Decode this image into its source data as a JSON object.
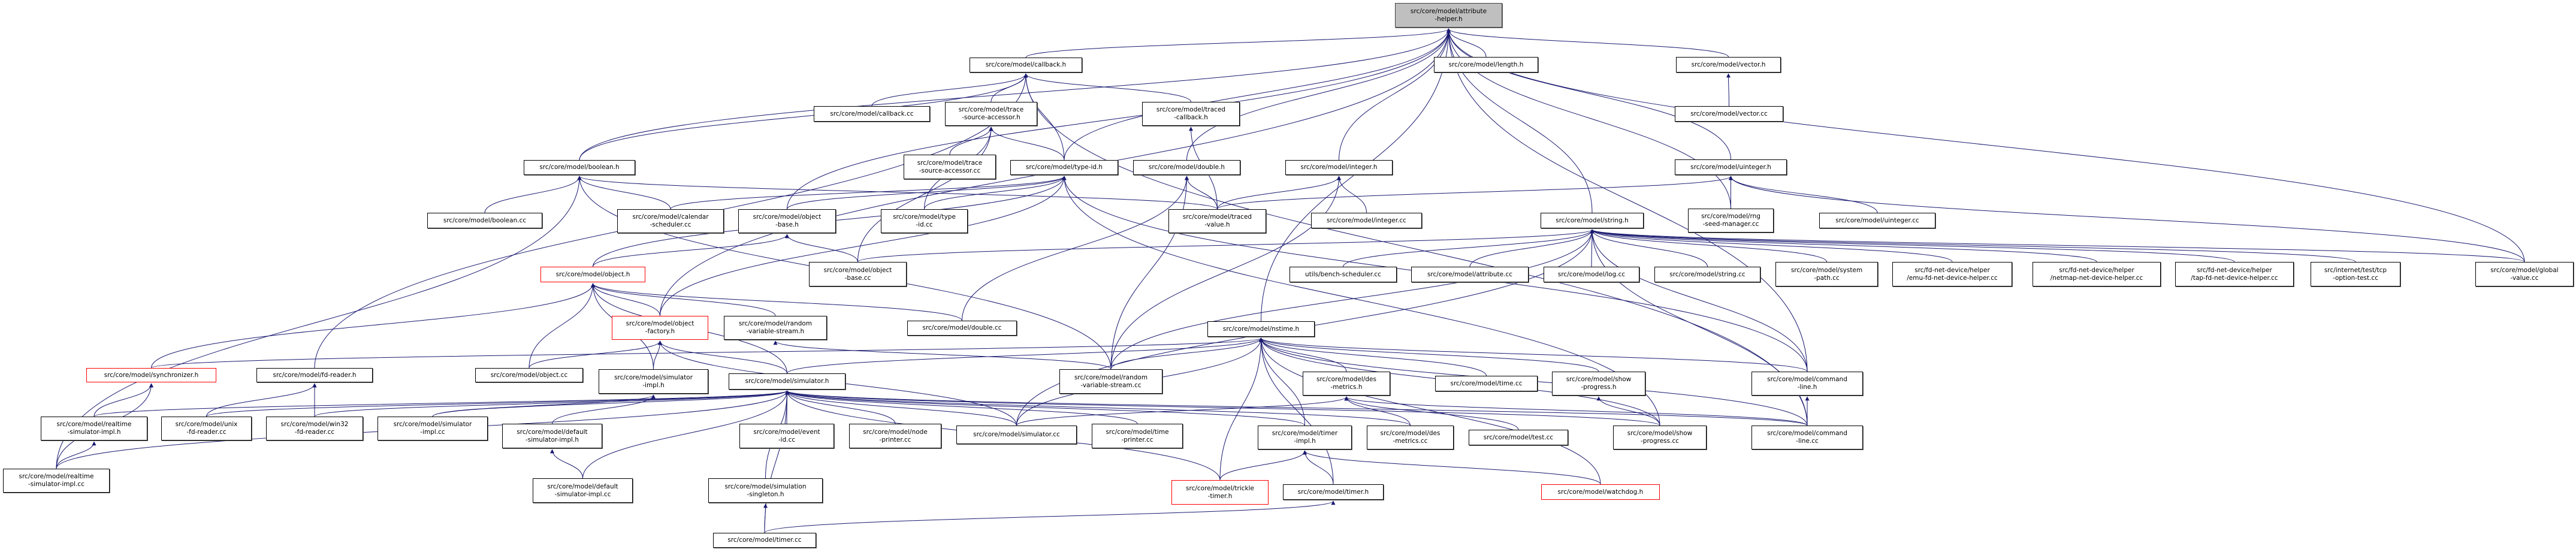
{
  "graph": {
    "title": "src/core/model/attribute-helper.h include dependency graph",
    "edge_color": "#191970",
    "root_fill": "#bfbfbf",
    "truncated_border": "#ff0000",
    "nodes": [
      {
        "id": "attribute-helper.h",
        "label": "src/core/model/attribute\n-helper.h",
        "kind": "root"
      },
      {
        "id": "callback.h",
        "label": "src/core/model/callback.h"
      },
      {
        "id": "length.h",
        "label": "src/core/model/length.h"
      },
      {
        "id": "vector.h",
        "label": "src/core/model/vector.h"
      },
      {
        "id": "callback.cc",
        "label": "src/core/model/callback.cc"
      },
      {
        "id": "trace-source-accessor.h",
        "label": "src/core/model/trace\n-source-accessor.h"
      },
      {
        "id": "traced-callback.h",
        "label": "src/core/model/traced\n-callback.h"
      },
      {
        "id": "vector.cc",
        "label": "src/core/model/vector.cc"
      },
      {
        "id": "boolean.h",
        "label": "src/core/model/boolean.h"
      },
      {
        "id": "trace-source-accessor.cc",
        "label": "src/core/model/trace\n-source-accessor.cc"
      },
      {
        "id": "type-id.h",
        "label": "src/core/model/type-id.h"
      },
      {
        "id": "double.h",
        "label": "src/core/model/double.h"
      },
      {
        "id": "integer.h",
        "label": "src/core/model/integer.h"
      },
      {
        "id": "uinteger.h",
        "label": "src/core/model/uinteger.h"
      },
      {
        "id": "boolean.cc",
        "label": "src/core/model/boolean.cc"
      },
      {
        "id": "calendar-scheduler.cc",
        "label": "src/core/model/calendar\n-scheduler.cc"
      },
      {
        "id": "object-base.h",
        "label": "src/core/model/object\n-base.h"
      },
      {
        "id": "type-id.cc",
        "label": "src/core/model/type\n-id.cc"
      },
      {
        "id": "traced-value.h",
        "label": "src/core/model/traced\n-value.h"
      },
      {
        "id": "integer.cc",
        "label": "src/core/model/integer.cc"
      },
      {
        "id": "string.h",
        "label": "src/core/model/string.h"
      },
      {
        "id": "rng-seed-manager.cc",
        "label": "src/core/model/rng\n-seed-manager.cc"
      },
      {
        "id": "uinteger.cc",
        "label": "src/core/model/uinteger.cc"
      },
      {
        "id": "object.h",
        "label": "src/core/model/object.h",
        "kind": "red"
      },
      {
        "id": "object-base.cc",
        "label": "src/core/model/object\n-base.cc"
      },
      {
        "id": "bench-scheduler.cc",
        "label": "utils/bench-scheduler.cc"
      },
      {
        "id": "attribute.cc",
        "label": "src/core/model/attribute.cc"
      },
      {
        "id": "log.cc",
        "label": "src/core/model/log.cc"
      },
      {
        "id": "string.cc",
        "label": "src/core/model/string.cc"
      },
      {
        "id": "system-path.cc",
        "label": "src/core/model/system\n-path.cc"
      },
      {
        "id": "emu-fd-net-device-helper.cc",
        "label": "src/fd-net-device/helper\n/emu-fd-net-device-helper.cc"
      },
      {
        "id": "netmap-net-device-helper.cc",
        "label": "src/fd-net-device/helper\n/netmap-net-device-helper.cc"
      },
      {
        "id": "tap-fd-net-device-helper.cc",
        "label": "src/fd-net-device/helper\n/tap-fd-net-device-helper.cc"
      },
      {
        "id": "tcp-option-test.cc",
        "label": "src/internet/test/tcp\n-option-test.cc"
      },
      {
        "id": "global-value.cc",
        "label": "src/core/model/global\n-value.cc"
      },
      {
        "id": "object-factory.h",
        "label": "src/core/model/object\n-factory.h",
        "kind": "red"
      },
      {
        "id": "random-variable-stream.h",
        "label": "src/core/model/random\n-variable-stream.h"
      },
      {
        "id": "double.cc",
        "label": "src/core/model/double.cc"
      },
      {
        "id": "nstime.h",
        "label": "src/core/model/nstime.h"
      },
      {
        "id": "synchronizer.h",
        "label": "src/core/model/synchronizer.h",
        "kind": "red"
      },
      {
        "id": "fd-reader.h",
        "label": "src/core/model/fd-reader.h"
      },
      {
        "id": "object.cc",
        "label": "src/core/model/object.cc"
      },
      {
        "id": "simulator-impl.h",
        "label": "src/core/model/simulator\n-impl.h"
      },
      {
        "id": "simulator.h",
        "label": "src/core/model/simulator.h"
      },
      {
        "id": "random-variable-stream.cc",
        "label": "src/core/model/random\n-variable-stream.cc"
      },
      {
        "id": "des-metrics.h",
        "label": "src/core/model/des\n-metrics.h"
      },
      {
        "id": "time.cc",
        "label": "src/core/model/time.cc"
      },
      {
        "id": "show-progress.h",
        "label": "src/core/model/show\n-progress.h"
      },
      {
        "id": "command-line.h",
        "label": "src/core/model/command\n-line.h"
      },
      {
        "id": "realtime-simulator-impl.h",
        "label": "src/core/model/realtime\n-simulator-impl.h"
      },
      {
        "id": "unix-fd-reader.cc",
        "label": "src/core/model/unix\n-fd-reader.cc"
      },
      {
        "id": "win32-fd-reader.cc",
        "label": "src/core/model/win32\n-fd-reader.cc"
      },
      {
        "id": "simulator-impl.cc",
        "label": "src/core/model/simulator\n-impl.cc"
      },
      {
        "id": "default-simulator-impl.h",
        "label": "src/core/model/default\n-simulator-impl.h"
      },
      {
        "id": "event-id.cc",
        "label": "src/core/model/event\n-id.cc"
      },
      {
        "id": "node-printer.cc",
        "label": "src/core/model/node\n-printer.cc"
      },
      {
        "id": "simulator.cc",
        "label": "src/core/model/simulator.cc"
      },
      {
        "id": "time-printer.cc",
        "label": "src/core/model/time\n-printer.cc"
      },
      {
        "id": "timer-impl.h",
        "label": "src/core/model/timer\n-impl.h"
      },
      {
        "id": "des-metrics.cc",
        "label": "src/core/model/des\n-metrics.cc"
      },
      {
        "id": "test.cc",
        "label": "src/core/model/test.cc"
      },
      {
        "id": "show-progress.cc",
        "label": "src/core/model/show\n-progress.cc"
      },
      {
        "id": "command-line.cc",
        "label": "src/core/model/command\n-line.cc"
      },
      {
        "id": "realtime-simulator-impl.cc",
        "label": "src/core/model/realtime\n-simulator-impl.cc"
      },
      {
        "id": "default-simulator-impl.cc",
        "label": "src/core/model/default\n-simulator-impl.cc"
      },
      {
        "id": "simulation-singleton.h",
        "label": "src/core/model/simulation\n-singleton.h"
      },
      {
        "id": "trickle-timer.h",
        "label": "src/core/model/trickle\n-timer.h",
        "kind": "red"
      },
      {
        "id": "timer.h",
        "label": "src/core/model/timer.h"
      },
      {
        "id": "watchdog.h",
        "label": "src/core/model/watchdog.h",
        "kind": "red"
      },
      {
        "id": "timer.cc",
        "label": "src/core/model/timer.cc"
      }
    ],
    "edges": [
      [
        "callback.h",
        "attribute-helper.h"
      ],
      [
        "length.h",
        "attribute-helper.h"
      ],
      [
        "vector.h",
        "attribute-helper.h"
      ],
      [
        "boolean.h",
        "attribute-helper.h"
      ],
      [
        "type-id.h",
        "attribute-helper.h"
      ],
      [
        "double.h",
        "attribute-helper.h"
      ],
      [
        "integer.h",
        "attribute-helper.h"
      ],
      [
        "uinteger.h",
        "attribute-helper.h"
      ],
      [
        "string.h",
        "attribute-helper.h"
      ],
      [
        "object-base.h",
        "attribute-helper.h"
      ],
      [
        "nstime.h",
        "attribute-helper.h"
      ],
      [
        "rng-seed-manager.cc",
        "attribute-helper.h"
      ],
      [
        "global-value.cc",
        "attribute-helper.h"
      ],
      [
        "command-line.h",
        "attribute-helper.h"
      ],
      [
        "object-factory.h",
        "attribute-helper.h"
      ],
      [
        "callback.cc",
        "callback.h"
      ],
      [
        "trace-source-accessor.h",
        "callback.h"
      ],
      [
        "traced-callback.h",
        "callback.h"
      ],
      [
        "type-id.h",
        "callback.h"
      ],
      [
        "fd-reader.h",
        "callback.h"
      ],
      [
        "boolean.h",
        "callback.h"
      ],
      [
        "command-line.cc",
        "callback.h"
      ],
      [
        "vector.cc",
        "vector.h"
      ],
      [
        "trace-source-accessor.cc",
        "trace-source-accessor.h"
      ],
      [
        "type-id.h",
        "trace-source-accessor.h"
      ],
      [
        "type-id.cc",
        "trace-source-accessor.h"
      ],
      [
        "object-base.cc",
        "trace-source-accessor.h"
      ],
      [
        "traced-value.h",
        "traced-callback.h"
      ],
      [
        "boolean.cc",
        "boolean.h"
      ],
      [
        "calendar-scheduler.cc",
        "boolean.h"
      ],
      [
        "traced-value.h",
        "boolean.h"
      ],
      [
        "realtime-simulator-impl.cc",
        "boolean.h"
      ],
      [
        "random-variable-stream.cc",
        "boolean.h"
      ],
      [
        "calendar-scheduler.cc",
        "type-id.h"
      ],
      [
        "object-base.h",
        "type-id.h"
      ],
      [
        "type-id.cc",
        "type-id.h"
      ],
      [
        "object-factory.h",
        "type-id.h"
      ],
      [
        "object.h",
        "type-id.h"
      ],
      [
        "command-line.h",
        "type-id.h"
      ],
      [
        "show-progress.cc",
        "type-id.h"
      ],
      [
        "traced-value.h",
        "double.h"
      ],
      [
        "double.cc",
        "double.h"
      ],
      [
        "random-variable-stream.cc",
        "double.h"
      ],
      [
        "traced-value.h",
        "integer.h"
      ],
      [
        "integer.cc",
        "integer.h"
      ],
      [
        "random-variable-stream.cc",
        "integer.h"
      ],
      [
        "rng-seed-manager.cc",
        "uinteger.h"
      ],
      [
        "uinteger.cc",
        "uinteger.h"
      ],
      [
        "traced-value.h",
        "uinteger.h"
      ],
      [
        "global-value.cc",
        "uinteger.h"
      ],
      [
        "object-base.cc",
        "object-base.h"
      ],
      [
        "object.h",
        "object-base.h"
      ],
      [
        "bench-scheduler.cc",
        "string.h"
      ],
      [
        "attribute.cc",
        "string.h"
      ],
      [
        "log.cc",
        "string.h"
      ],
      [
        "string.cc",
        "string.h"
      ],
      [
        "system-path.cc",
        "string.h"
      ],
      [
        "emu-fd-net-device-helper.cc",
        "string.h"
      ],
      [
        "netmap-net-device-helper.cc",
        "string.h"
      ],
      [
        "tap-fd-net-device-helper.cc",
        "string.h"
      ],
      [
        "tcp-option-test.cc",
        "string.h"
      ],
      [
        "global-value.cc",
        "string.h"
      ],
      [
        "command-line.cc",
        "string.h"
      ],
      [
        "random-variable-stream.cc",
        "string.h"
      ],
      [
        "simulator.cc",
        "string.h"
      ],
      [
        "object-base.cc",
        "string.h"
      ],
      [
        "command-line.h",
        "string.h"
      ],
      [
        "simulator-impl.h",
        "object.h"
      ],
      [
        "object-factory.h",
        "object.h"
      ],
      [
        "random-variable-stream.h",
        "object.h"
      ],
      [
        "double.cc",
        "object.h"
      ],
      [
        "object.cc",
        "object.h"
      ],
      [
        "synchronizer.h",
        "object.h"
      ],
      [
        "simulator.h",
        "object.h"
      ],
      [
        "simulator-impl.h",
        "object-factory.h"
      ],
      [
        "simulator.h",
        "object-factory.h"
      ],
      [
        "object.cc",
        "object-factory.h"
      ],
      [
        "simulator.cc",
        "object-factory.h"
      ],
      [
        "random-variable-stream.cc",
        "random-variable-stream.h"
      ],
      [
        "random-variable-stream.cc",
        "nstime.h"
      ],
      [
        "simulator.h",
        "nstime.h"
      ],
      [
        "synchronizer.h",
        "nstime.h"
      ],
      [
        "des-metrics.h",
        "nstime.h"
      ],
      [
        "time.cc",
        "nstime.h"
      ],
      [
        "show-progress.h",
        "nstime.h"
      ],
      [
        "command-line.h",
        "nstime.h"
      ],
      [
        "timer-impl.h",
        "nstime.h"
      ],
      [
        "trickle-timer.h",
        "nstime.h"
      ],
      [
        "timer.h",
        "nstime.h"
      ],
      [
        "watchdog.h",
        "nstime.h"
      ],
      [
        "show-progress.cc",
        "nstime.h"
      ],
      [
        "command-line.cc",
        "nstime.h"
      ],
      [
        "simulator.cc",
        "nstime.h"
      ],
      [
        "realtime-simulator-impl.h",
        "synchronizer.h"
      ],
      [
        "realtime-simulator-impl.cc",
        "synchronizer.h"
      ],
      [
        "unix-fd-reader.cc",
        "fd-reader.h"
      ],
      [
        "win32-fd-reader.cc",
        "fd-reader.h"
      ],
      [
        "simulator-impl.cc",
        "simulator-impl.h"
      ],
      [
        "default-simulator-impl.h",
        "simulator-impl.h"
      ],
      [
        "realtime-simulator-impl.h",
        "simulator.h"
      ],
      [
        "unix-fd-reader.cc",
        "simulator.h"
      ],
      [
        "win32-fd-reader.cc",
        "simulator.h"
      ],
      [
        "simulator-impl.cc",
        "simulator.h"
      ],
      [
        "default-simulator-impl.cc",
        "simulator.h"
      ],
      [
        "event-id.cc",
        "simulator.h"
      ],
      [
        "node-printer.cc",
        "simulator.h"
      ],
      [
        "simulator.cc",
        "simulator.h"
      ],
      [
        "time-printer.cc",
        "simulator.h"
      ],
      [
        "simulation-singleton.h",
        "simulator.h"
      ],
      [
        "timer-impl.h",
        "simulator.h"
      ],
      [
        "timer.cc",
        "simulator.h"
      ],
      [
        "des-metrics.cc",
        "simulator.h"
      ],
      [
        "show-progress.cc",
        "simulator.h"
      ],
      [
        "command-line.cc",
        "simulator.h"
      ],
      [
        "trickle-timer.h",
        "simulator.h"
      ],
      [
        "realtime-simulator-impl.cc",
        "simulator.h"
      ],
      [
        "des-metrics.cc",
        "des-metrics.h"
      ],
      [
        "test.cc",
        "des-metrics.h"
      ],
      [
        "simulator.cc",
        "des-metrics.h"
      ],
      [
        "command-line.cc",
        "des-metrics.h"
      ],
      [
        "show-progress.cc",
        "show-progress.h"
      ],
      [
        "command-line.cc",
        "command-line.h"
      ],
      [
        "realtime-simulator-impl.cc",
        "realtime-simulator-impl.h"
      ],
      [
        "default-simulator-impl.cc",
        "default-simulator-impl.h"
      ],
      [
        "timer.cc",
        "simulation-singleton.h"
      ],
      [
        "trickle-timer.h",
        "timer-impl.h"
      ],
      [
        "timer.h",
        "timer-impl.h"
      ],
      [
        "watchdog.h",
        "timer-impl.h"
      ],
      [
        "timer.cc",
        "timer.h"
      ]
    ]
  }
}
